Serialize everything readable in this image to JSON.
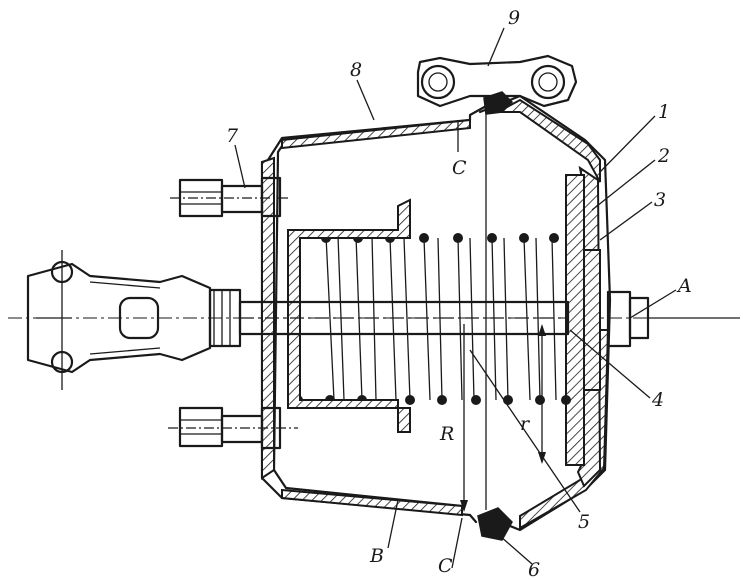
{
  "diagram": {
    "callouts": {
      "n1": "1",
      "n2": "2",
      "n3": "3",
      "n4": "4",
      "n5": "5",
      "n6": "6",
      "n7": "7",
      "n8": "8",
      "n9": "9",
      "A": "A",
      "B": "B",
      "C_top": "C",
      "C_bottom": "C",
      "R": "R",
      "r": "r"
    }
  }
}
